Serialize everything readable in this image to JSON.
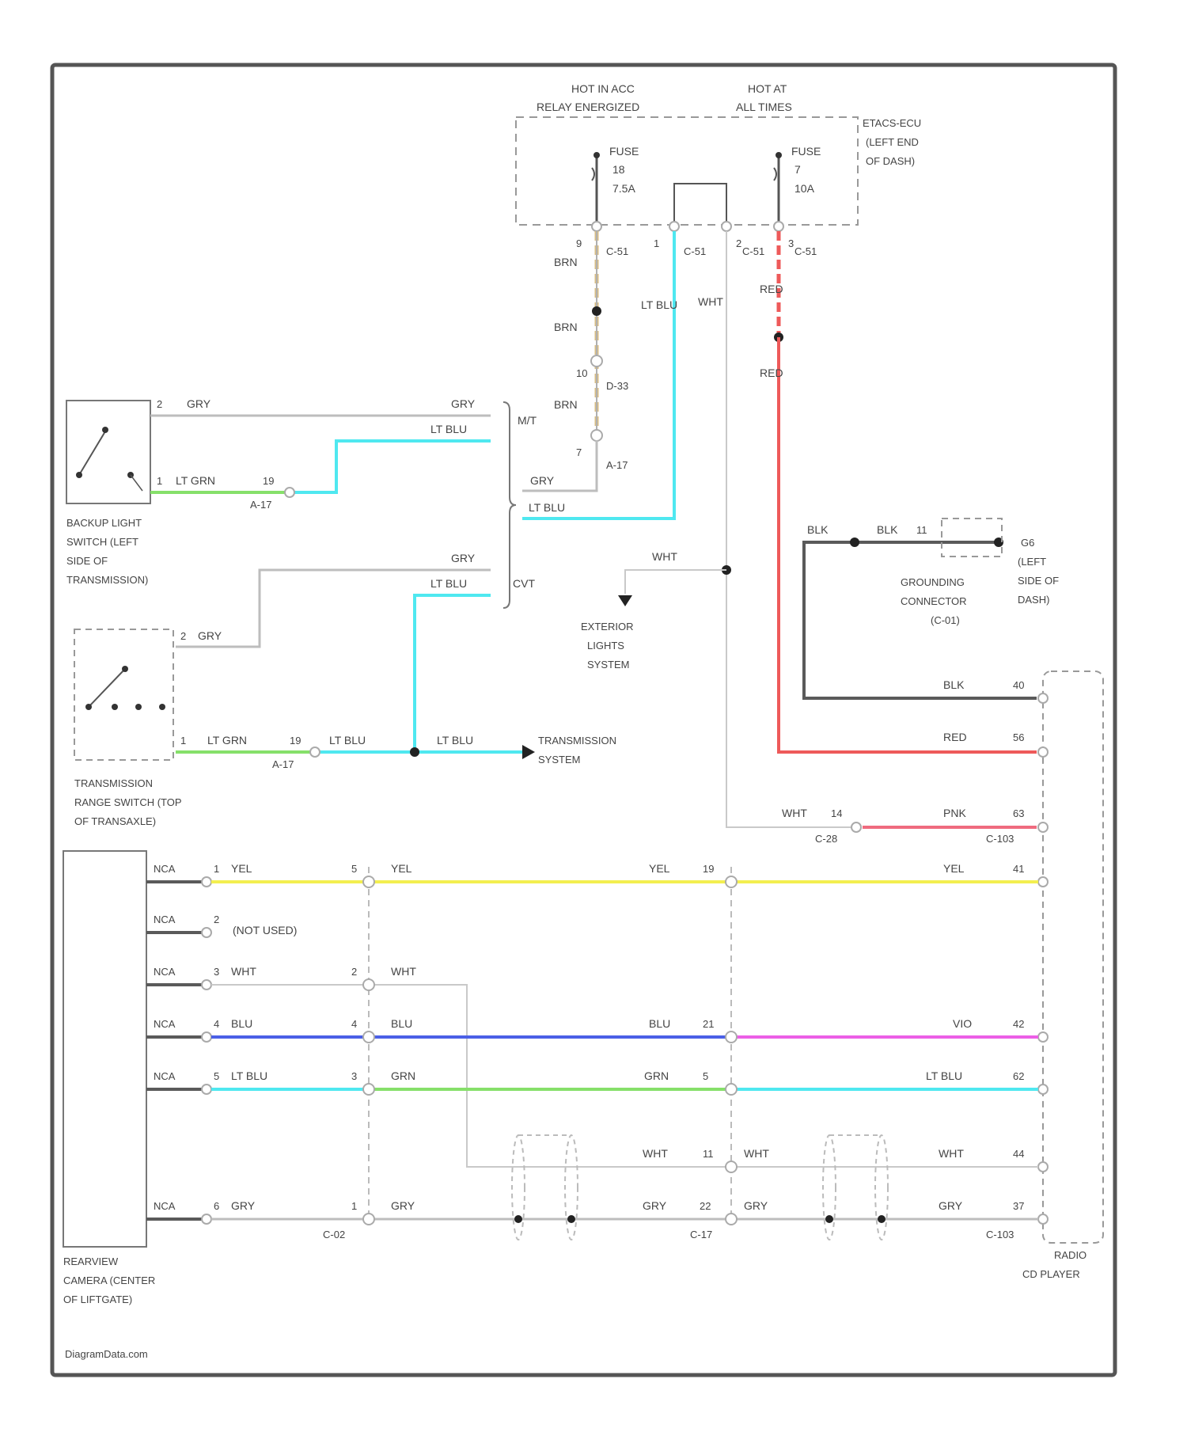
{
  "header": {
    "hot_in_acc_1": "HOT IN ACC",
    "hot_in_acc_2": "RELAY ENERGIZED",
    "hot_at_all_1": "HOT AT",
    "hot_at_all_2": "ALL TIMES"
  },
  "components": {
    "etacs_1": "ETACS-ECU",
    "etacs_2": "(LEFT END",
    "etacs_3": "OF DASH)",
    "fuse_a_1": "FUSE",
    "fuse_a_2": "18",
    "fuse_a_3": "7.5A",
    "fuse_b_1": "FUSE",
    "fuse_b_2": "7",
    "fuse_b_3": "10A",
    "backup_1": "BACKUP LIGHT",
    "backup_2": "SWITCH (LEFT",
    "backup_3": "SIDE OF",
    "backup_4": "TRANSMISSION)",
    "trs_1": "TRANSMISSION",
    "trs_2": "RANGE SWITCH (TOP",
    "trs_3": "OF TRANSAXLE)",
    "ext_1": "EXTERIOR",
    "ext_2": "LIGHTS",
    "ext_3": "SYSTEM",
    "trans_sys_1": "TRANSMISSION",
    "trans_sys_2": "SYSTEM",
    "gnd_conn_1": "GROUNDING",
    "gnd_conn_2": "CONNECTOR",
    "gnd_conn_3": "(C-01)",
    "g_1": "G6",
    "g_2": "(LEFT",
    "g_3": "SIDE OF",
    "g_4": "DASH)",
    "camera_1": "REARVIEW",
    "camera_2": "CAMERA (CENTER",
    "camera_3": "OF LIFTGATE)",
    "radio_1": "RADIO",
    "radio_2": "CD PLAYER",
    "mt": "M/T",
    "cvt": "CVT",
    "watermark": "DiagramData.com"
  },
  "wires": {
    "brn": "BRN",
    "ltblu": "LT BLU",
    "wht": "WHT",
    "red": "RED",
    "gry": "GRY",
    "ltgrn": "LT GRN",
    "blk": "BLK",
    "pnk": "PNK",
    "yel": "YEL",
    "blu": "BLU",
    "grn": "GRN",
    "vio": "VIO",
    "nca": "NCA",
    "not_used": "(NOT USED)"
  },
  "pins": {
    "p1": "1",
    "p2": "2",
    "p3": "3",
    "p4": "4",
    "p5": "5",
    "p6": "6",
    "p7": "7",
    "p9": "9",
    "p10": "10",
    "p11": "11",
    "p14": "14",
    "p19": "19",
    "p21": "21",
    "p22": "22",
    "p37": "37",
    "p40": "40",
    "p41": "41",
    "p42": "42",
    "p44": "44",
    "p56": "56",
    "p62": "62",
    "p63": "63"
  },
  "connectors": {
    "a17": "A-17",
    "c28": "C-28",
    "c103": "C-103",
    "c17": "C-17",
    "d33": "D-33",
    "c02": "C-02",
    "c51": "C-51",
    "c01": "C-01"
  },
  "colors": {
    "yellow": "#f3ef4f",
    "light_blue": "#4fe8f0",
    "green": "#86e06a",
    "blue": "#4b60e6",
    "magenta": "#ec5fe6",
    "red": "#ee5a5a",
    "pink": "#ef6b7f",
    "brown_tan": "#d9be85",
    "gray": "#bdbdbd",
    "black": "#5a5a5a"
  }
}
